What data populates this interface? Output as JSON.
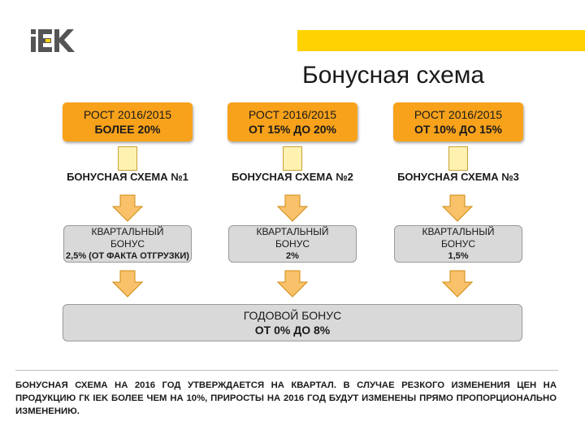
{
  "brand": {
    "logo_text": "IEK",
    "accent_color": "#ffd200"
  },
  "title": "Бонусная схема",
  "columns": [
    {
      "growth_line1": "РОСТ 2016/2015",
      "growth_line2": "БОЛЕЕ 20%",
      "scheme_label": "БОНУСНАЯ СХЕМА №1",
      "quarterly_line1": "КВАРТАЛЬНЫЙ",
      "quarterly_line2": "БОНУС",
      "quarterly_value": "2,5% (ОТ ФАКТА ОТГРУЗКИ)"
    },
    {
      "growth_line1": "РОСТ 2016/2015",
      "growth_line2": "ОТ 15% ДО 20%",
      "scheme_label": "БОНУСНАЯ СХЕМА №2",
      "quarterly_line1": "КВАРТАЛЬНЫЙ",
      "quarterly_line2": "БОНУС",
      "quarterly_value": "2%"
    },
    {
      "growth_line1": "РОСТ 2016/2015",
      "growth_line2": "ОТ 10% ДО 15%",
      "scheme_label": "БОНУСНАЯ СХЕМА №3",
      "quarterly_line1": "КВАРТАЛЬНЫЙ",
      "quarterly_line2": "БОНУС",
      "quarterly_value": "1,5%"
    }
  ],
  "annual": {
    "line1": "ГОДОВОЙ БОНУС",
    "line2": "ОТ 0% ДО 8%"
  },
  "colors": {
    "orange": "#f8a21b",
    "grey": "#d9d9d9",
    "arrow": "#f9c16a"
  },
  "footnote": "БОНУСНАЯ СХЕМА НА 2016 ГОД УТВЕРЖДАЕТСЯ НА КВАРТАЛ. В СЛУЧАЕ РЕЗКОГО ИЗМЕНЕНИЯ ЦЕН НА ПРОДУКЦИЮ ГК IEK БОЛЕЕ ЧЕМ НА 10%, ПРИРОСТЫ НА 2016 ГОД БУДУТ ИЗМЕНЕНЫ ПРЯМО ПРОПОРЦИОНАЛЬНО ИЗМЕНЕНИЮ."
}
